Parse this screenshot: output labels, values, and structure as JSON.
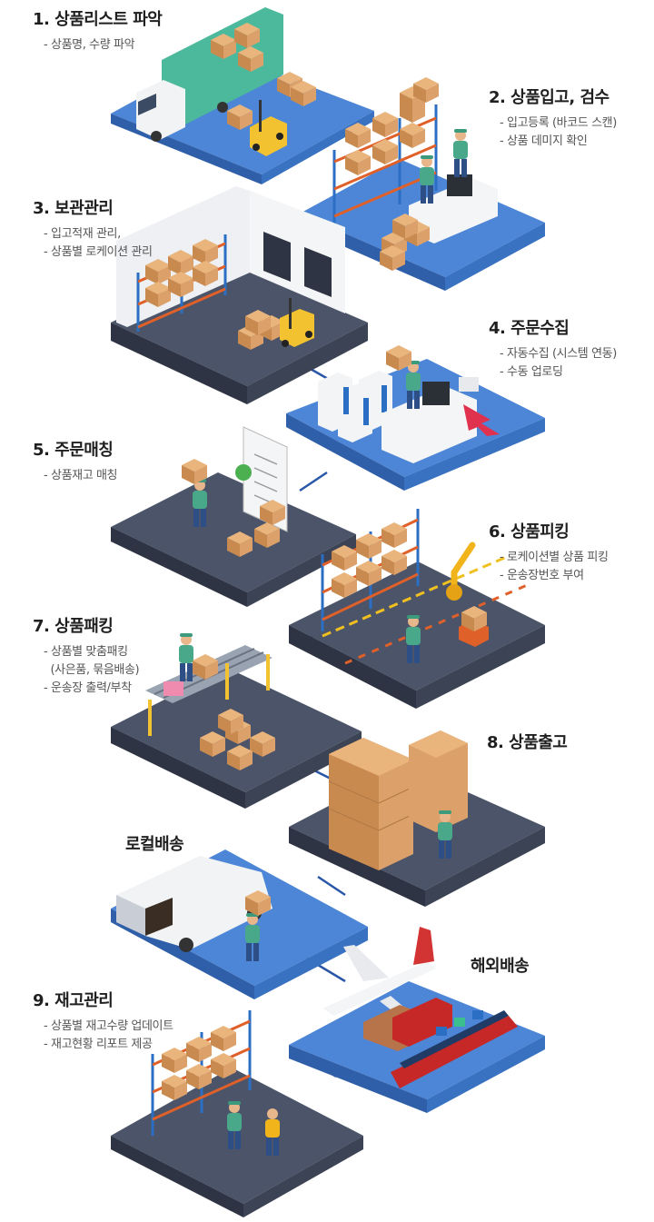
{
  "steps": [
    {
      "title": "1. 상품리스트 파악",
      "items": [
        "- 상품명, 수량 파악"
      ]
    },
    {
      "title": "2. 상품입고, 검수",
      "items": [
        "- 입고등록 (바코드 스캔)",
        "- 상품 데미지 확인"
      ]
    },
    {
      "title": "3. 보관관리",
      "items": [
        "- 입고적재 관리,",
        "- 상품별 로케이션 관리"
      ]
    },
    {
      "title": "4. 주문수집",
      "items": [
        "- 자동수집 (시스템 연동)",
        "- 수동 업로딩"
      ]
    },
    {
      "title": "5. 주문매칭",
      "items": [
        "- 상품재고 매칭"
      ]
    },
    {
      "title": "6. 상품피킹",
      "items": [
        "- 로케이션별 상품 피킹",
        "- 운송장번호 부여"
      ]
    },
    {
      "title": "7. 상품패킹",
      "items": [
        "- 상품별 맞춤패킹",
        "  (사은품, 묶음배송)",
        "- 운송장 출력/부착"
      ]
    },
    {
      "title": "8. 상품출고",
      "items": []
    },
    {
      "title": "9. 재고관리",
      "items": [
        "- 상품별 재고수량 업데이트",
        "- 재고현황 리포트 제공"
      ]
    }
  ],
  "branches": {
    "local": "로컬배송",
    "overseas": "해외배송"
  },
  "colors": {
    "blue_platform": "#4d86d6",
    "blue_side": "#2f5fa8",
    "dark_platform": "#4b5468",
    "dark_side": "#2e3443",
    "connector": "#2a56a8",
    "box": "#d9a066",
    "rack_frame": "#2b6fc4",
    "rack_beam": "#e0602a",
    "worker_shirt": "#4aa88a"
  }
}
